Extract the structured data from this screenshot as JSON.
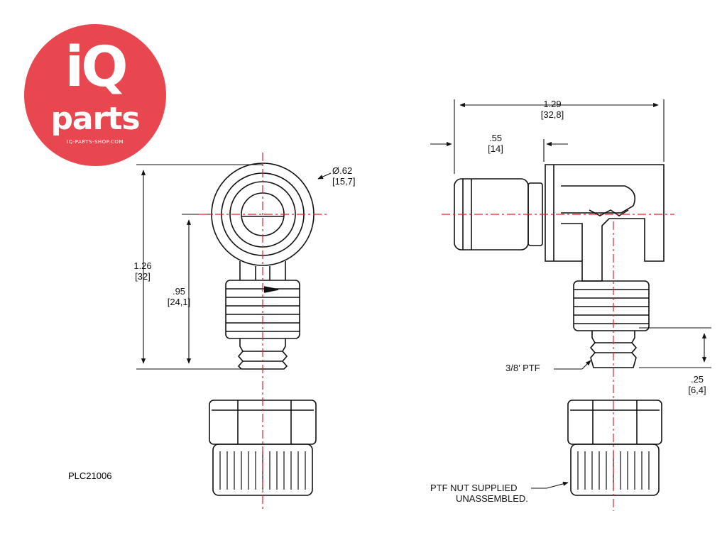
{
  "logo": {
    "brand_top": "iQ",
    "brand_bottom": "parts",
    "website": "IQ-PARTS-SHOP.COM",
    "color": "#e8474f"
  },
  "part_number": "PLC21006",
  "dimensions": {
    "diameter_in": "Ø.62",
    "diameter_mm": "[15,7]",
    "height_in": "1.26",
    "height_mm": "[32]",
    "center_height_in": ".95",
    "center_height_mm": "[24,1]",
    "length_in": "1.29",
    "length_mm": "[32,8]",
    "body_offset_in": ".55",
    "body_offset_mm": "[14]",
    "barb_length_in": ".25",
    "barb_length_mm": "[6,4]"
  },
  "callouts": {
    "thread": "3/8’ PTF",
    "nut_note_line1": "PTF NUT SUPPLIED",
    "nut_note_line2": "UNASSEMBLED."
  },
  "colors": {
    "line": "#111111",
    "centerline": "#e0202c"
  }
}
